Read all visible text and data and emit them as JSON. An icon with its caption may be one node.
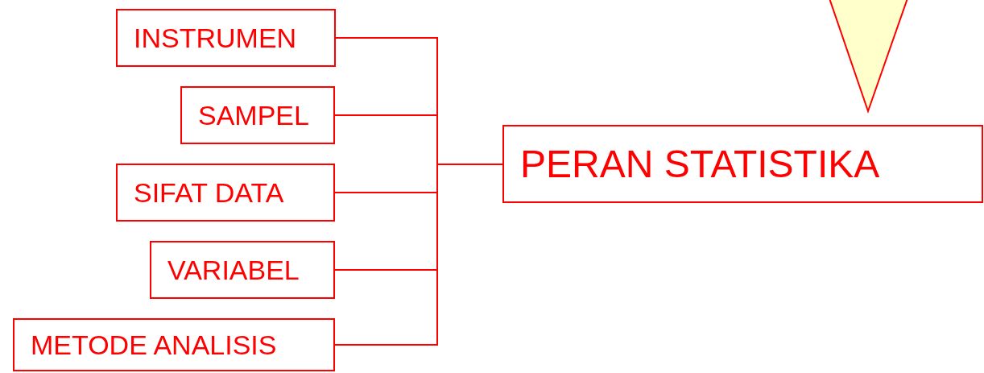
{
  "diagram": {
    "nodes": [
      {
        "text": [
          "INSTRUMEN"
        ]
      },
      {
        "text": [
          "SAMPEL"
        ]
      },
      {
        "text": [
          "SIFAT DATA"
        ]
      },
      {
        "text": [
          "VARIABEL"
        ]
      },
      {
        "text": [
          "METODE ANALISIS"
        ]
      },
      {
        "text": [
          "PERAN STATISTIKA"
        ]
      }
    ],
    "edges": [
      {
        "from": 0,
        "to": 5,
        "arrow": "none"
      },
      {
        "from": 1,
        "to": 5,
        "arrow": "none"
      },
      {
        "from": 2,
        "to": 5,
        "arrow": "none"
      },
      {
        "from": 3,
        "to": 5,
        "arrow": "none"
      },
      {
        "from": 4,
        "to": 5,
        "arrow": "none"
      }
    ]
  }
}
